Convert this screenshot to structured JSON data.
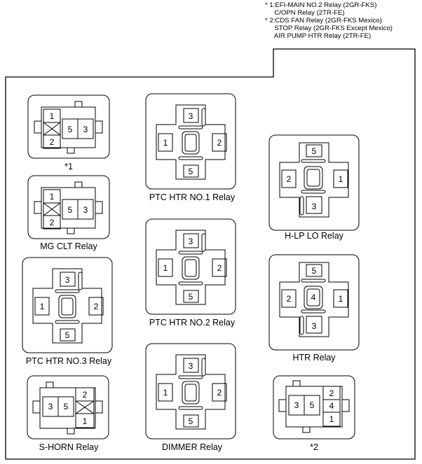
{
  "notes": [
    "* 1:EFI-MAIN NO.2 Relay (2GR-FKS)",
    "     C/OPN Relay (2TR-FE)",
    "* 2:CDS FAN Relay (2GR-FKS Mexico)",
    "     STOP Relay (2GR-FKS Except Mexico)",
    "     AIR PUMP HTR Relay (2TR-FE)"
  ],
  "relays": {
    "note1": {
      "caption": "*1",
      "pins": [
        "1",
        "2",
        "5",
        "3"
      ]
    },
    "mg_clt": {
      "caption": "MG CLT Relay",
      "pins": [
        "1",
        "2",
        "5",
        "3"
      ]
    },
    "ptc_htr_no3": {
      "caption": "PTC HTR NO.3 Relay",
      "pins": [
        "3",
        "1",
        "2",
        "5"
      ]
    },
    "s_horn": {
      "caption": "S-HORN Relay",
      "pins": [
        "3",
        "5",
        "2",
        "1"
      ]
    },
    "ptc_htr_no1": {
      "caption": "PTC HTR NO.1 Relay",
      "pins": [
        "3",
        "1",
        "2",
        "5"
      ]
    },
    "ptc_htr_no2": {
      "caption": "PTC HTR NO.2 Relay",
      "pins": [
        "3",
        "1",
        "2",
        "5"
      ]
    },
    "dimmer": {
      "caption": "DIMMER Relay",
      "pins": [
        "3",
        "1",
        "2",
        "5"
      ]
    },
    "h_lp_lo": {
      "caption": "H-LP LO Relay",
      "pins": [
        "5",
        "2",
        "1",
        "3"
      ]
    },
    "htr": {
      "caption": "HTR Relay",
      "pins": [
        "5",
        "2",
        "4",
        "1",
        "3"
      ]
    },
    "note2": {
      "caption": "*2",
      "pins": [
        "3",
        "5",
        "2",
        "4",
        "1"
      ]
    }
  }
}
